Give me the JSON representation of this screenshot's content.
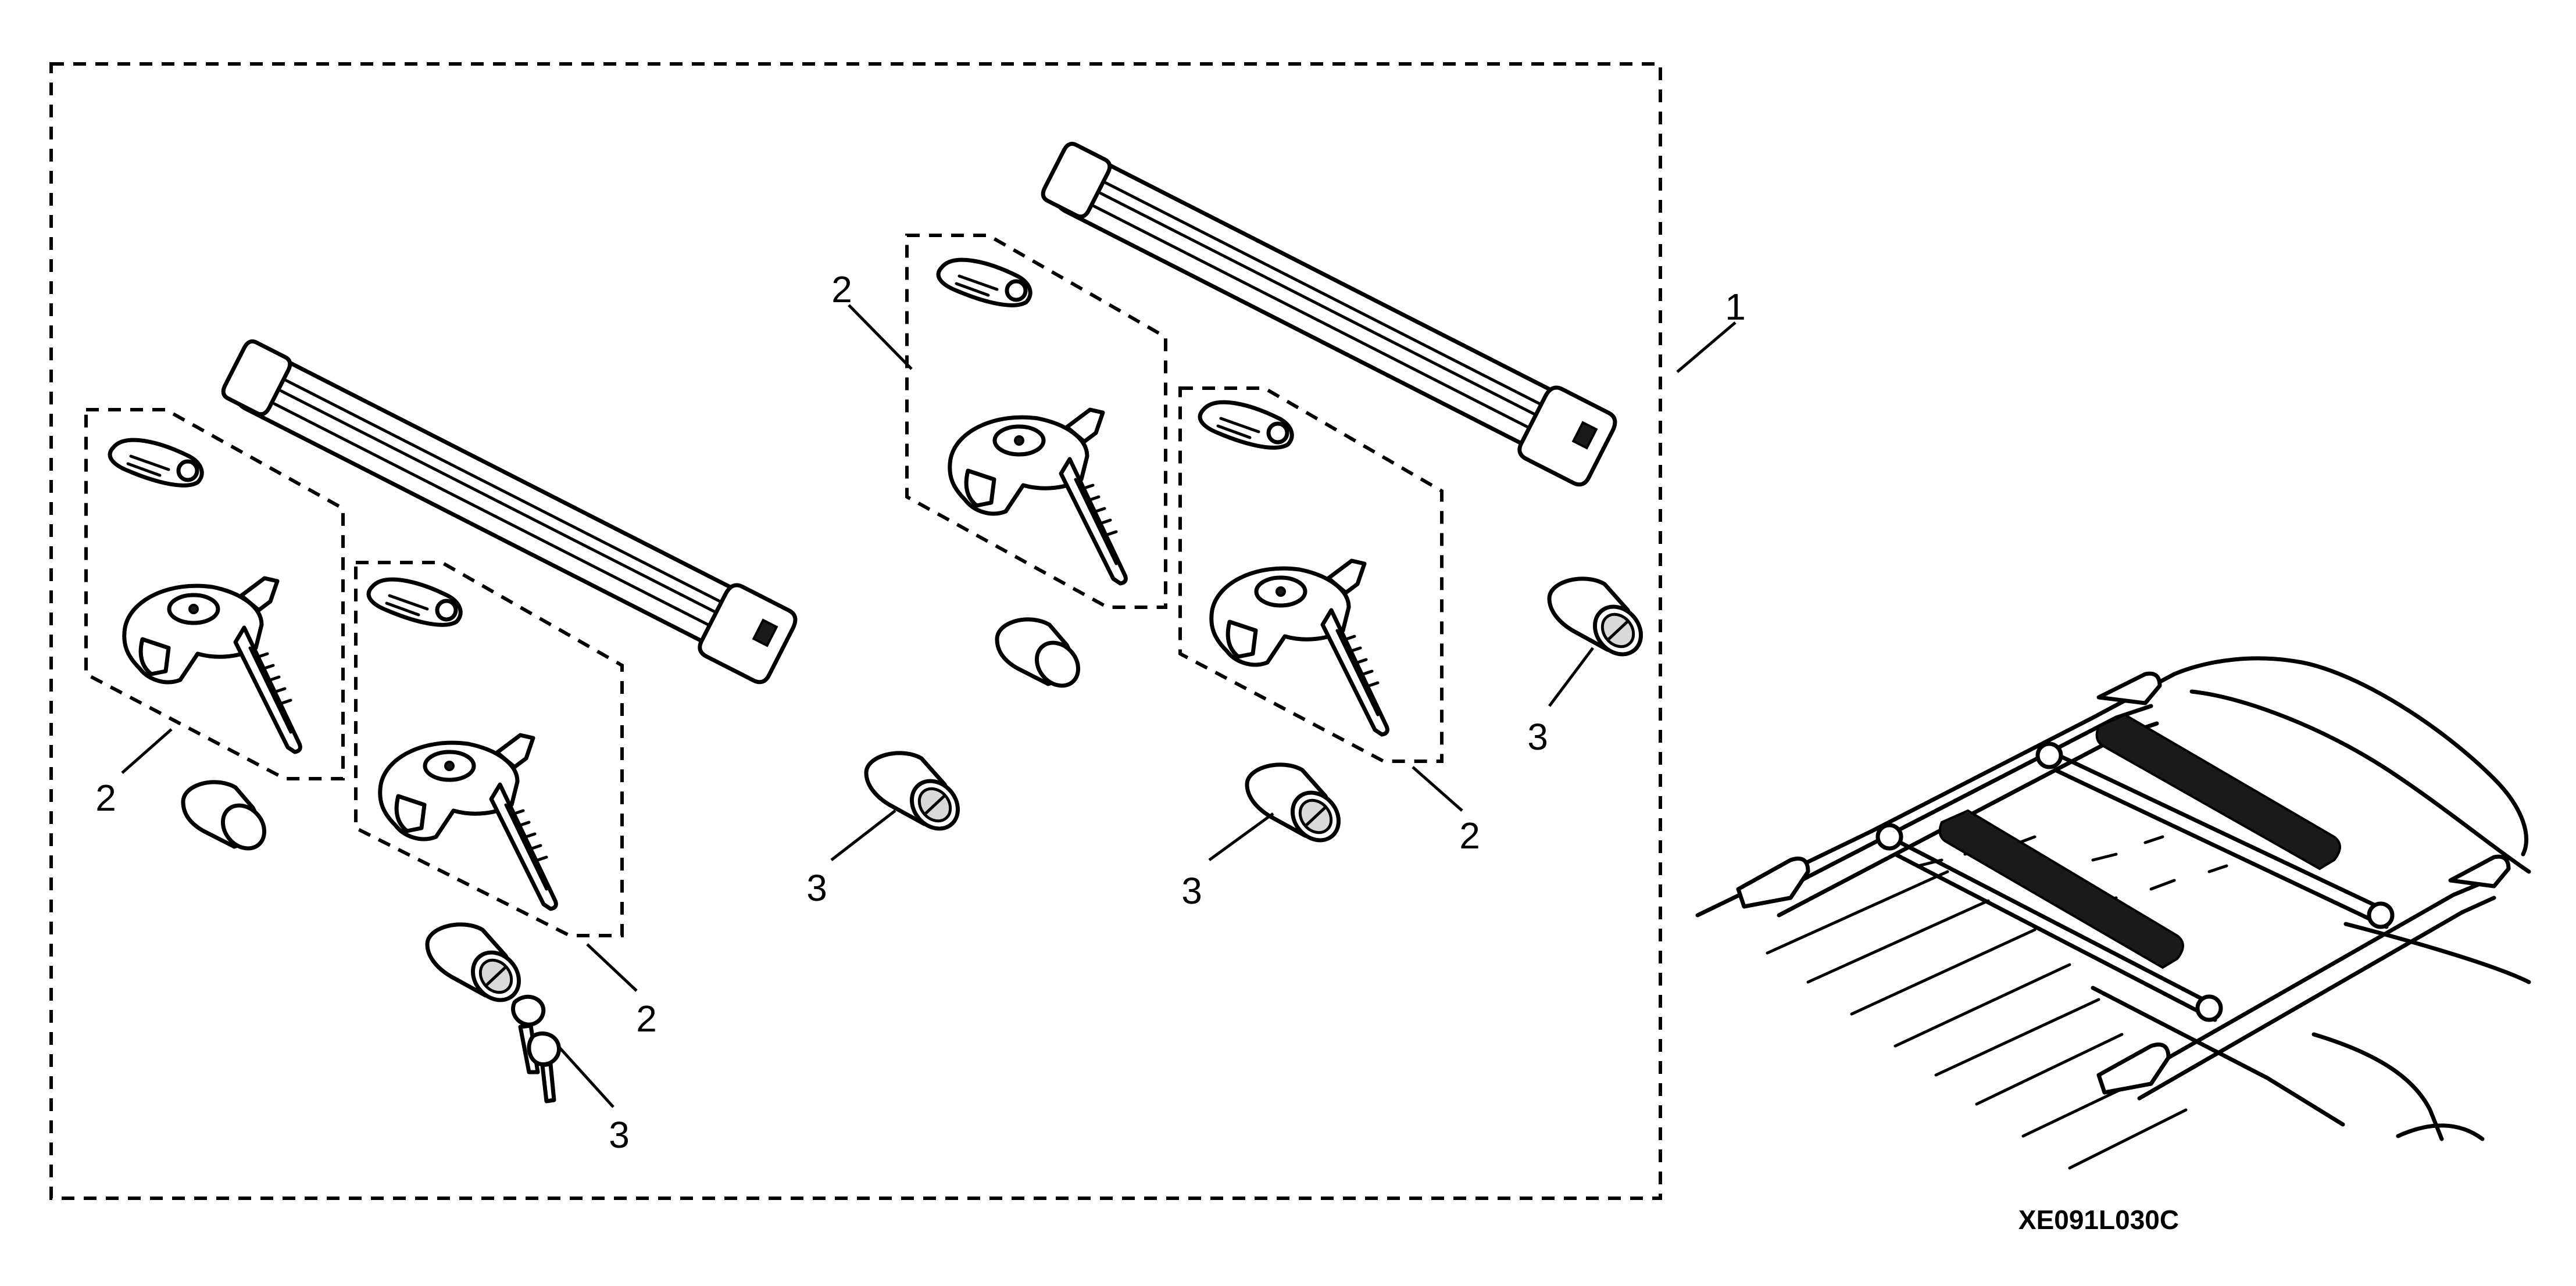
{
  "diagram": {
    "callouts": {
      "kit": "1",
      "bracket_sets": [
        "2",
        "2",
        "2",
        "2"
      ],
      "lock_cylinders": [
        "3",
        "3",
        "3",
        "3"
      ]
    },
    "figure_code": "XE091L030C"
  },
  "colors": {
    "ink": "#000000",
    "paper": "#ffffff",
    "bar_pad": "#1a1a1a"
  }
}
